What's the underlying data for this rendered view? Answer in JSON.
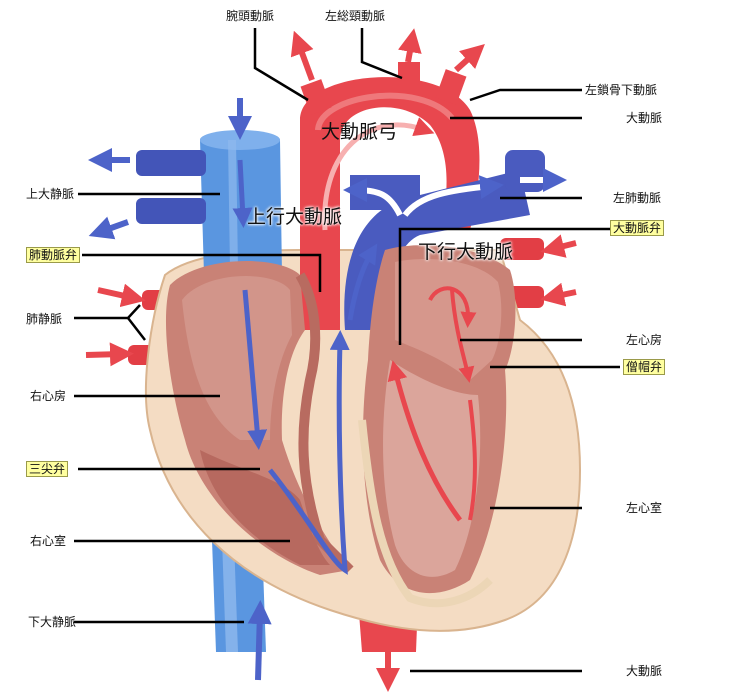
{
  "labels": {
    "brachiocephalic": "腕頭動脈",
    "left_common_carotid": "左総頸動脈",
    "left_subclavian": "左鎖骨下動脈",
    "aorta_top": "大動脈",
    "superior_vena_cava": "上大静脈",
    "left_pulmonary_artery": "左肺動脈",
    "aortic_valve": "大動脈弁",
    "pulmonary_valve": "肺動脈弁",
    "pulmonary_vein": "肺静脈",
    "left_atrium": "左心房",
    "mitral_valve": "僧帽弁",
    "right_atrium": "右心房",
    "tricuspid_valve": "三尖弁",
    "left_ventricle": "左心室",
    "right_ventricle": "右心室",
    "inferior_vena_cava": "下大静脈",
    "aorta_bottom": "大動脈"
  },
  "big_labels": {
    "aortic_arch": "大動脈弓",
    "ascending_aorta": "上行大動脈",
    "descending_aorta": "下行大動脈"
  },
  "colors": {
    "arterial_red": "#e8474e",
    "venous_blue": "#4f86d8",
    "muscle": "#c98276",
    "pericardium": "#f5dfc6",
    "highlight": "#ffffa0"
  }
}
